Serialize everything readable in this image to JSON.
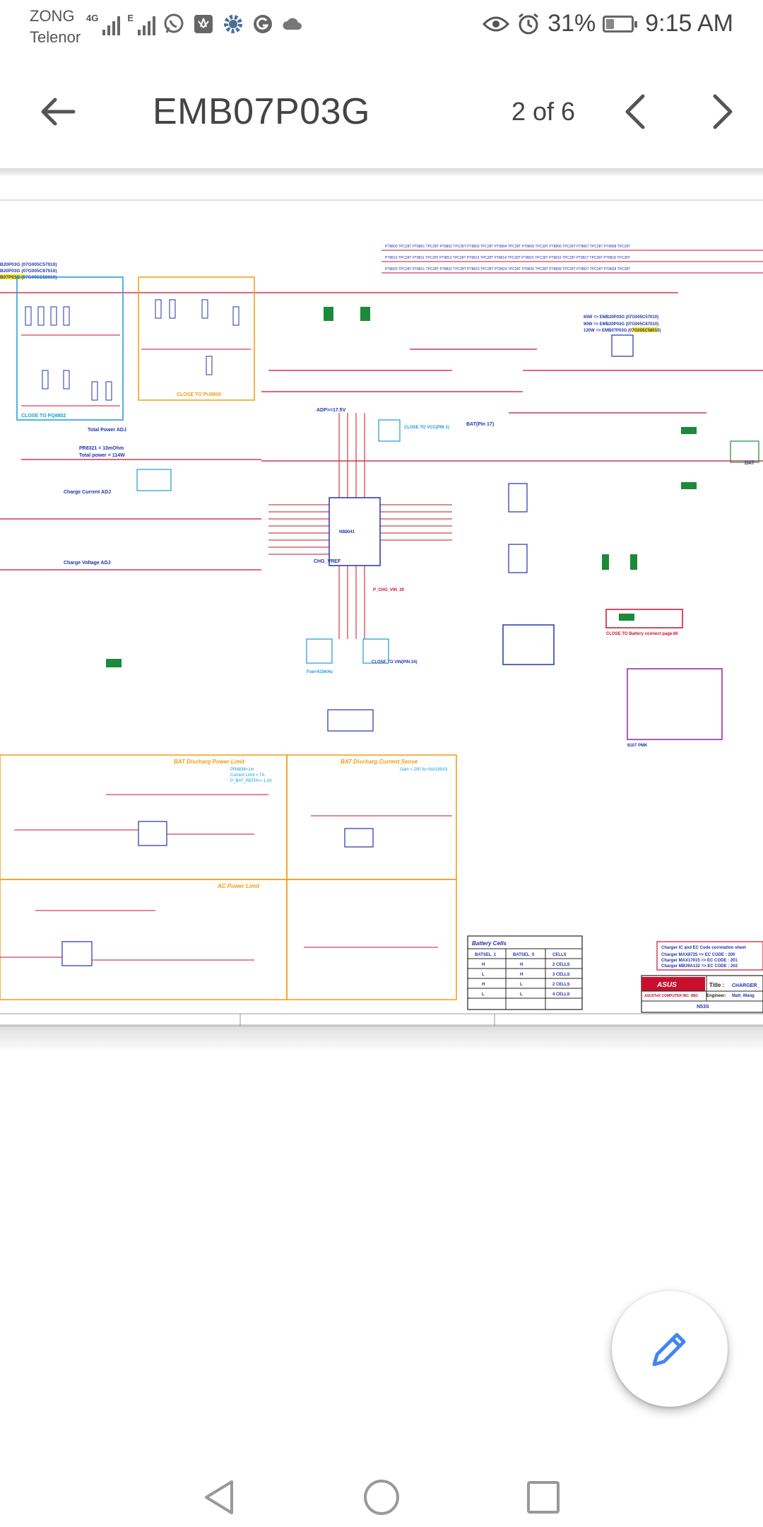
{
  "status_bar": {
    "carrier_1": "ZONG",
    "carrier_2": "Telenor",
    "network_1": "4G",
    "network_2": "E",
    "battery_percent": "31%",
    "battery_level": 0.31,
    "time": "9:15 AM",
    "icons": [
      "whatsapp-icon",
      "huawei-icon",
      "mail-icon",
      "settings-icon",
      "grammarly-icon",
      "cloud-icon",
      "eye-icon",
      "alarm-icon",
      "battery-icon"
    ]
  },
  "app_bar": {
    "title": "EMB07P03G",
    "page_indicator": "2 of 6",
    "back_icon": "arrow-back-icon",
    "prev_icon": "chevron-left-icon",
    "next_icon": "chevron-right-icon"
  },
  "schematic": {
    "labels": {
      "total_power": "Total Power ADJ",
      "total_power_note_1": "PR8321 = 10mOhm",
      "total_power_note_2": "Total power = 114W",
      "charge_current": "Charge Current ADJ",
      "charge_voltage": "Charge Voltage ADJ",
      "close_pq8802": "CLOSE TO PQ8802",
      "close_pu8800": "CLOSE TO PU8800",
      "close_vcc": "CLOSE TO VCC(PIN 1)",
      "close_battery": "CLOSE TO Battery connect page.60",
      "adp": "ADP>=17.5V",
      "bat_pin": "BAT(Pin 17)",
      "bat": "BAT",
      "chg_vref": "CHG_VREF",
      "p_chg_vin": "P_CHG_VIN_20",
      "fsw": "Fsw=615KHz",
      "close_vin": "CLOSE TO VIN(PIN 24)",
      "pwr_65": "65W => EMB20P03G (07G005C57010)",
      "pwr_90": "90W => EMB20P03G (07G005C87010)",
      "pwr_120": "120W => EMB07P03G (07G005C58010)",
      "left_1": "B20P03G (07G005C57010)",
      "left_2": "B20P03G (07G005C87010)",
      "left_3": "B07P03G (07G005C58010)",
      "bat_discharge_power": "BAT Discharg Power Limit",
      "bat_discharge_current": "BAT Discharg Current Sense",
      "ac_power_limit": "AC Power Limit",
      "gain_note": "Gain = 200 for INA199A3",
      "prs_note_1": "PR8836=1m",
      "prs_note_2": "Current Limit = 7A",
      "prs_note_3": "P_BAT_REFIN = 1.4V",
      "pmic": "NB8041",
      "fb_pmk": "8107 PMK"
    },
    "battery_table": {
      "title": "Battery Cells",
      "headers": [
        "BATSEL_1",
        "BATSEL_0",
        "CELLS"
      ],
      "rows": [
        [
          "H",
          "H",
          "2 CELLS"
        ],
        [
          "L",
          "H",
          "3 CELLS"
        ],
        [
          "H",
          "L",
          "2 CELLS"
        ],
        [
          "L",
          "L",
          "4 CELLS"
        ]
      ]
    },
    "ec_code": {
      "title": "Charger IC and EC Code correlation sheet",
      "lines": [
        "Charger MAX8725 => EC CODE : 200",
        "Charger MAX17015 => EC CODE : 201",
        "Charger MB39A132 => EC CODE : 202"
      ]
    },
    "title_block": {
      "company": "ASUSTeK COMPUTER INC. NB3",
      "title_label": "Title :",
      "title_value": "CHARGER_",
      "engineer_label": "Engineer:",
      "engineer_value": "Matt_Wang",
      "model": "N53S"
    }
  },
  "fab": {
    "icon": "pencil-edit-icon"
  },
  "nav": {
    "icons": [
      "nav-back-icon",
      "nav-home-icon",
      "nav-recents-icon"
    ]
  }
}
